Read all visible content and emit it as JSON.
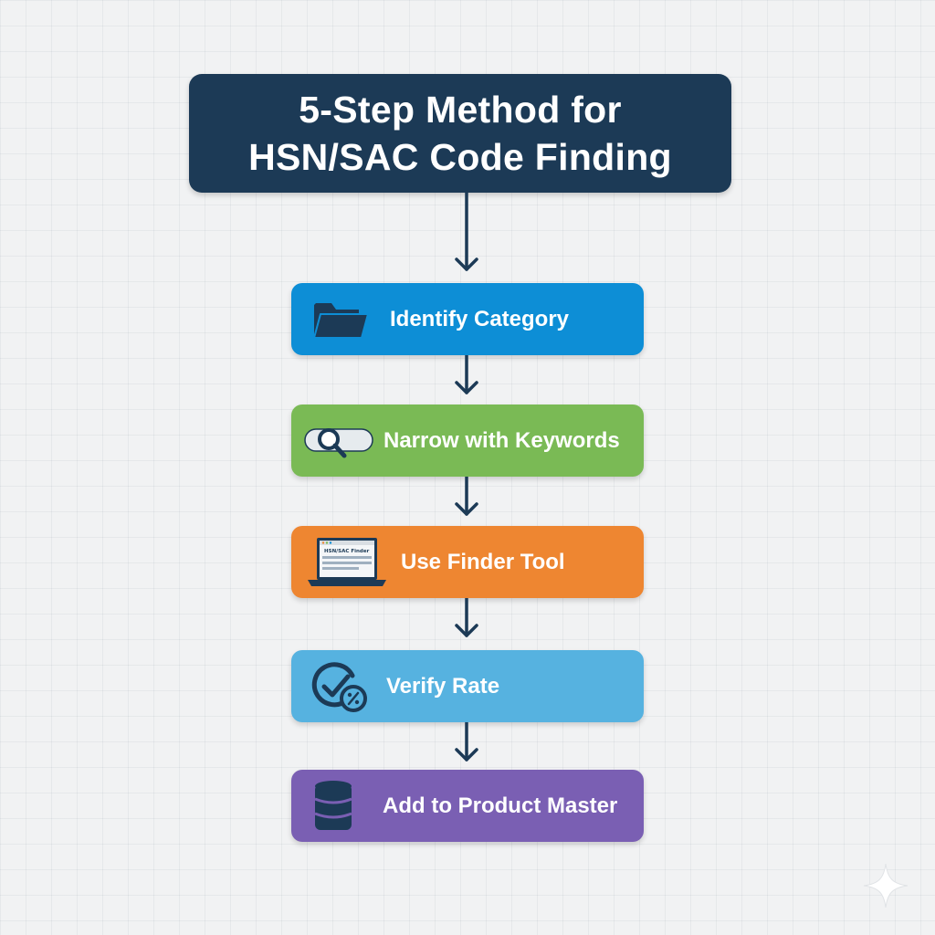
{
  "title": {
    "line1": "5-Step Method for",
    "line2": "HSN/SAC Code Finding"
  },
  "steps": [
    {
      "label": "Identify Category",
      "icon": "folder-icon",
      "color": "#0d8ed6"
    },
    {
      "label": "Narrow with Keywords",
      "icon": "magnifier-icon",
      "color": "#7aba55"
    },
    {
      "label": "Use Finder Tool",
      "icon": "laptop-icon",
      "color": "#ee8631",
      "icon_text": "HSN/SAC Finder"
    },
    {
      "label": "Verify Rate",
      "icon": "check-percent-icon",
      "color": "#56b2e0"
    },
    {
      "label": "Add to Product Master",
      "icon": "database-icon",
      "color": "#7a5fb3"
    }
  ],
  "colors": {
    "title_bg": "#1c3a56",
    "arrow": "#1c3a56",
    "icon_dark": "#1c3a56",
    "background": "#f1f2f3"
  }
}
